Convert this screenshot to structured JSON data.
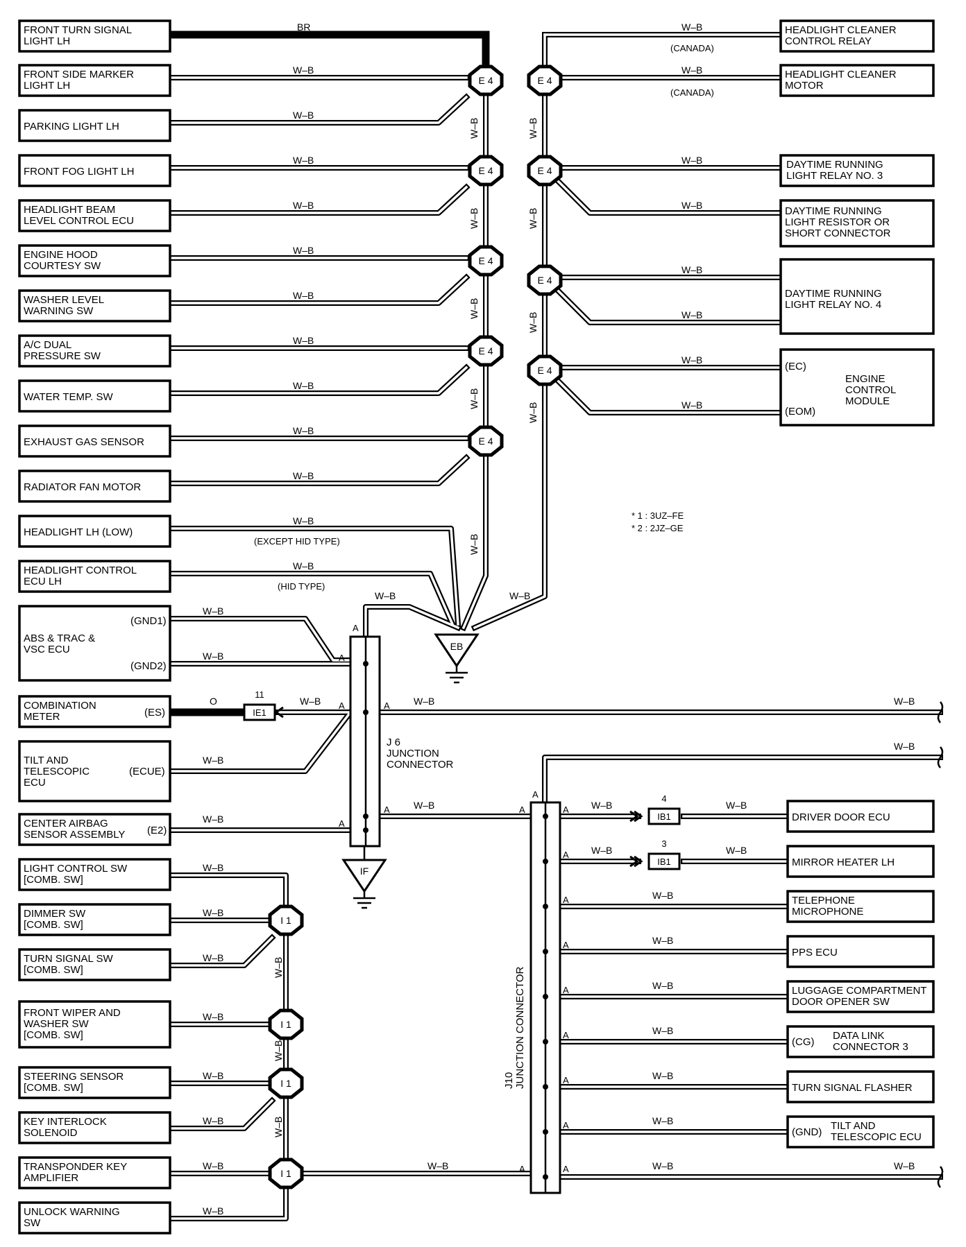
{
  "components_left": [
    {
      "id": "front-turn-signal-light-lh",
      "lines": [
        "FRONT TURN SIGNAL",
        "LIGHT LH"
      ]
    },
    {
      "id": "front-side-marker-light-lh",
      "lines": [
        "FRONT SIDE MARKER",
        "LIGHT LH"
      ]
    },
    {
      "id": "parking-light-lh",
      "lines": [
        "PARKING LIGHT LH"
      ]
    },
    {
      "id": "front-fog-light-lh",
      "lines": [
        "FRONT FOG LIGHT LH"
      ]
    },
    {
      "id": "headlight-beam-level-control-ecu",
      "lines": [
        "HEADLIGHT BEAM",
        "LEVEL CONTROL ECU"
      ]
    },
    {
      "id": "engine-hood-courtesy-sw",
      "lines": [
        "ENGINE HOOD",
        "COURTESY SW"
      ]
    },
    {
      "id": "washer-level-warning-sw",
      "lines": [
        "WASHER LEVEL",
        "WARNING SW"
      ]
    },
    {
      "id": "ac-dual-pressure-sw",
      "lines": [
        "A/C DUAL",
        "PRESSURE SW"
      ]
    },
    {
      "id": "water-temp-sw",
      "lines": [
        "WATER TEMP.  SW"
      ]
    },
    {
      "id": "exhaust-gas-sensor",
      "lines": [
        "EXHAUST GAS SENSOR"
      ]
    },
    {
      "id": "radiator-fan-motor",
      "lines": [
        "RADIATOR FAN MOTOR"
      ]
    },
    {
      "id": "headlight-lh-low",
      "lines": [
        "HEADLIGHT LH (LOW)"
      ]
    },
    {
      "id": "headlight-control-ecu-lh",
      "lines": [
        "HEADLIGHT CONTROL",
        "ECU LH"
      ]
    },
    {
      "id": "abs-trac-vsc-ecu",
      "lines": [
        "ABS & TRAC &",
        "VSC ECU"
      ],
      "pins": [
        "(GND1)",
        "(GND2)"
      ]
    },
    {
      "id": "combination-meter",
      "lines": [
        "COMBINATION",
        "METER"
      ],
      "pins": [
        "(ES)"
      ]
    },
    {
      "id": "tilt-telescopic-ecu-left",
      "lines": [
        "TILT AND",
        "TELESCOPIC",
        "ECU"
      ],
      "pins": [
        "(ECUE)"
      ]
    },
    {
      "id": "center-airbag-sensor-assembly",
      "lines": [
        "CENTER AIRBAG",
        "SENSOR ASSEMBLY"
      ],
      "pins": [
        "(E2)"
      ]
    },
    {
      "id": "light-control-sw",
      "lines": [
        "LIGHT CONTROL SW",
        "[COMB.  SW]"
      ]
    },
    {
      "id": "dimmer-sw",
      "lines": [
        "DIMMER SW",
        "[COMB.  SW]"
      ]
    },
    {
      "id": "turn-signal-sw",
      "lines": [
        "TURN SIGNAL SW",
        "[COMB.  SW]"
      ]
    },
    {
      "id": "front-wiper-washer-sw",
      "lines": [
        "FRONT WIPER AND",
        "WASHER SW",
        "[COMB.  SW]"
      ]
    },
    {
      "id": "steering-sensor",
      "lines": [
        "STEERING SENSOR",
        "[COMB.  SW]"
      ]
    },
    {
      "id": "key-interlock-solenoid",
      "lines": [
        "KEY INTERLOCK",
        "SOLENOID"
      ]
    },
    {
      "id": "transponder-key-amplifier",
      "lines": [
        "TRANSPONDER KEY",
        "AMPLIFIER"
      ]
    },
    {
      "id": "unlock-warning-sw",
      "lines": [
        "UNLOCK WARNING",
        "SW"
      ]
    }
  ],
  "components_right": [
    {
      "id": "headlight-cleaner-control-relay",
      "lines": [
        "HEADLIGHT CLEANER",
        "CONTROL RELAY"
      ]
    },
    {
      "id": "headlight-cleaner-motor",
      "lines": [
        "HEADLIGHT CLEANER",
        "MOTOR"
      ]
    },
    {
      "id": "drl-relay-no3",
      "lines": [
        "DAYTIME RUNNING",
        "LIGHT RELAY NO. 3"
      ]
    },
    {
      "id": "drl-resistor",
      "lines": [
        "DAYTIME RUNNING",
        "LIGHT RESISTOR OR",
        "SHORT CONNECTOR"
      ]
    },
    {
      "id": "drl-relay-no4",
      "lines": [
        "DAYTIME RUNNING",
        "LIGHT RELAY NO. 4"
      ]
    },
    {
      "id": "engine-control-module",
      "lines": [
        "ENGINE",
        "CONTROL",
        "MODULE"
      ],
      "pins": [
        "(EC)",
        "(EOM)"
      ]
    },
    {
      "id": "driver-door-ecu",
      "lines": [
        "DRIVER DOOR ECU"
      ]
    },
    {
      "id": "mirror-heater-lh",
      "lines": [
        "MIRROR HEATER LH"
      ]
    },
    {
      "id": "telephone-microphone",
      "lines": [
        "TELEPHONE",
        "MICROPHONE"
      ]
    },
    {
      "id": "pps-ecu",
      "lines": [
        "PPS ECU"
      ]
    },
    {
      "id": "luggage-compartment-door-opener-sw",
      "lines": [
        "LUGGAGE COMPARTMENT",
        "DOOR OPENER SW"
      ]
    },
    {
      "id": "data-link-connector-3",
      "lines": [
        "DATA LINK",
        "CONNECTOR 3"
      ],
      "pins": [
        "(CG)"
      ]
    },
    {
      "id": "turn-signal-flasher",
      "lines": [
        "TURN SIGNAL FLASHER"
      ]
    },
    {
      "id": "tilt-telescopic-ecu-right",
      "lines": [
        "TILT AND",
        "TELESCOPIC ECU"
      ],
      "pins": [
        "(GND)"
      ]
    }
  ],
  "wire_colors": {
    "wb": "W–B",
    "br": "BR",
    "o": "O"
  },
  "notes": {
    "canada": "(CANADA)",
    "except_hid": "(EXCEPT HID TYPE)",
    "hid": "(HID TYPE)",
    "note1": "* 1 : 3UZ–FE",
    "note2": "* 2 : 2JZ–GE"
  },
  "splices": {
    "e4": "E 4",
    "i1": "I 1"
  },
  "grounds": {
    "eb": "EB",
    "if": "IF"
  },
  "junctions": {
    "j6": {
      "lines": [
        "J 6",
        "JUNCTION",
        "CONNECTOR"
      ]
    },
    "j10": {
      "lines": [
        "J10",
        "JUNCTION CONNECTOR"
      ]
    },
    "pin_a": "A"
  },
  "inline_connectors": {
    "ie1": {
      "name": "IE1",
      "pin": "11"
    },
    "ib1_driver": {
      "name": "IB1",
      "pin": "4"
    },
    "ib1_mirror": {
      "name": "IB1",
      "pin": "3"
    }
  }
}
